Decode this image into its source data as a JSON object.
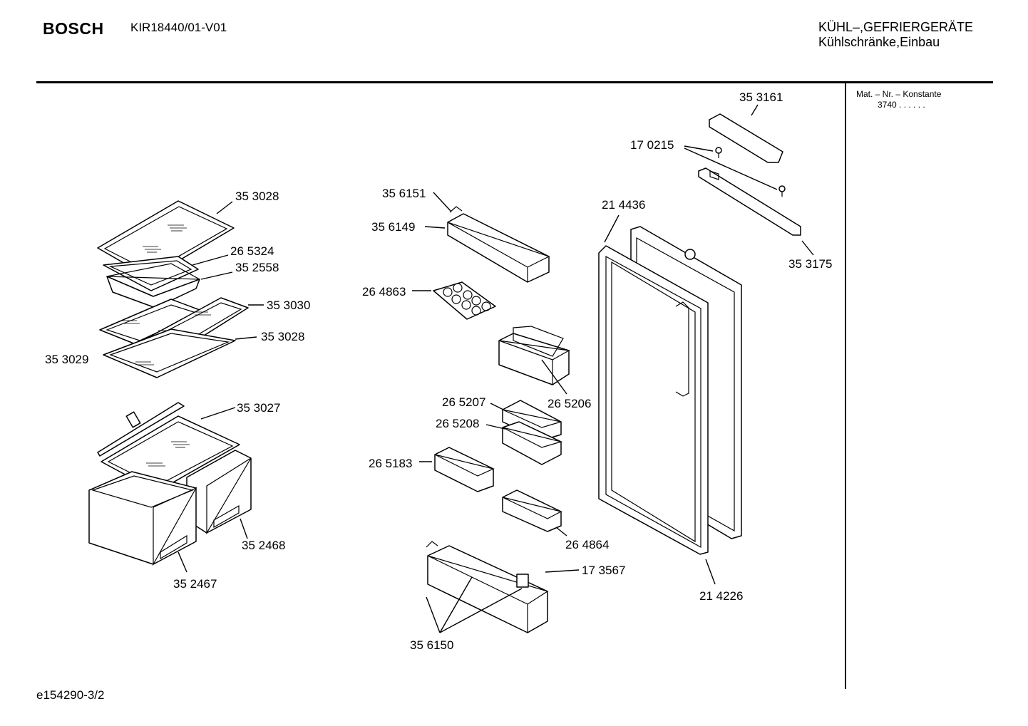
{
  "header": {
    "brand": "BOSCH",
    "model": "KIR18440/01-V01",
    "category_line1": "KÜHL–,GEFRIERGERÄTE",
    "category_line2": "Kühlschränke,Einbau"
  },
  "sidebar": {
    "mat_label": "Mat. – Nr. – Konstante",
    "mat_value": "3740  .   .    .   .   .   ."
  },
  "footer": {
    "drawing_id": "e154290-3/2"
  },
  "parts": [
    {
      "id": "p-353028a",
      "number": "35 3028"
    },
    {
      "id": "p-265324",
      "number": "26 5324"
    },
    {
      "id": "p-352558",
      "number": "35 2558"
    },
    {
      "id": "p-353030",
      "number": "35 3030"
    },
    {
      "id": "p-353028b",
      "number": "35 3028"
    },
    {
      "id": "p-353029",
      "number": "35 3029"
    },
    {
      "id": "p-353027",
      "number": "35 3027"
    },
    {
      "id": "p-352468",
      "number": "35 2468"
    },
    {
      "id": "p-352467",
      "number": "35 2467"
    },
    {
      "id": "p-356151",
      "number": "35 6151"
    },
    {
      "id": "p-356149",
      "number": "35 6149"
    },
    {
      "id": "p-264863",
      "number": "26 4863"
    },
    {
      "id": "p-265206",
      "number": "26 5206"
    },
    {
      "id": "p-265207",
      "number": "26 5207"
    },
    {
      "id": "p-265208",
      "number": "26 5208"
    },
    {
      "id": "p-265183",
      "number": "26 5183"
    },
    {
      "id": "p-264864",
      "number": "26 4864"
    },
    {
      "id": "p-173567",
      "number": "17 3567"
    },
    {
      "id": "p-356150",
      "number": "35 6150"
    },
    {
      "id": "p-353161",
      "number": "35 3161"
    },
    {
      "id": "p-170215",
      "number": "17 0215"
    },
    {
      "id": "p-214436",
      "number": "21 4436"
    },
    {
      "id": "p-353175",
      "number": "35 3175"
    },
    {
      "id": "p-214226",
      "number": "21 4226"
    }
  ]
}
